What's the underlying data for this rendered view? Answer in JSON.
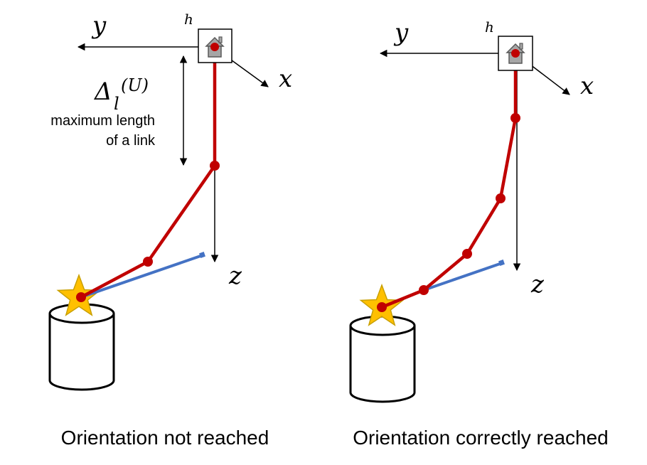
{
  "left_panel": {
    "caption": "Orientation not reached",
    "axes": {
      "x": "x",
      "y": "y",
      "z": "z",
      "h": "h"
    },
    "delta_symbol": "Δ",
    "delta_subscript": "l",
    "delta_superscript": "(U)",
    "max_length_line1": "maximum length",
    "max_length_line2": "of a link"
  },
  "right_panel": {
    "caption": "Orientation correctly reached",
    "axes": {
      "x": "x",
      "y": "y",
      "z": "z",
      "h": "h"
    }
  },
  "colors": {
    "chain": "#c00000",
    "orientation": "#4472c4",
    "star_fill": "#ffc000",
    "star_stroke": "#c9a000",
    "house_fill": "#a6a6a6",
    "axis": "#000000"
  },
  "icons": [
    "house-icon",
    "star-icon",
    "cylinder-icon"
  ]
}
